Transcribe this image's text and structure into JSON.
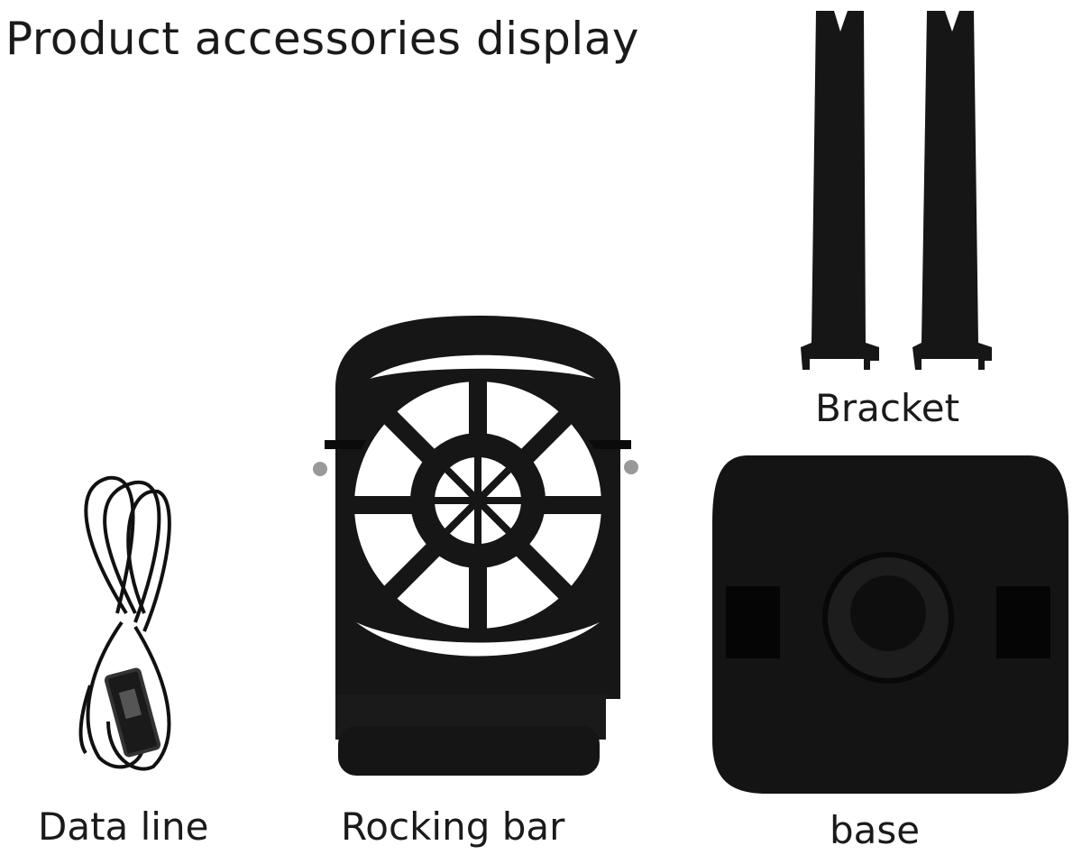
{
  "title": "Product accessories display",
  "items": [
    {
      "label": "Bracket"
    },
    {
      "label": "Data line"
    },
    {
      "label": "Rocking bar"
    },
    {
      "label": "base"
    }
  ],
  "colors": {
    "product": "#141414",
    "background": "#ffffff"
  }
}
